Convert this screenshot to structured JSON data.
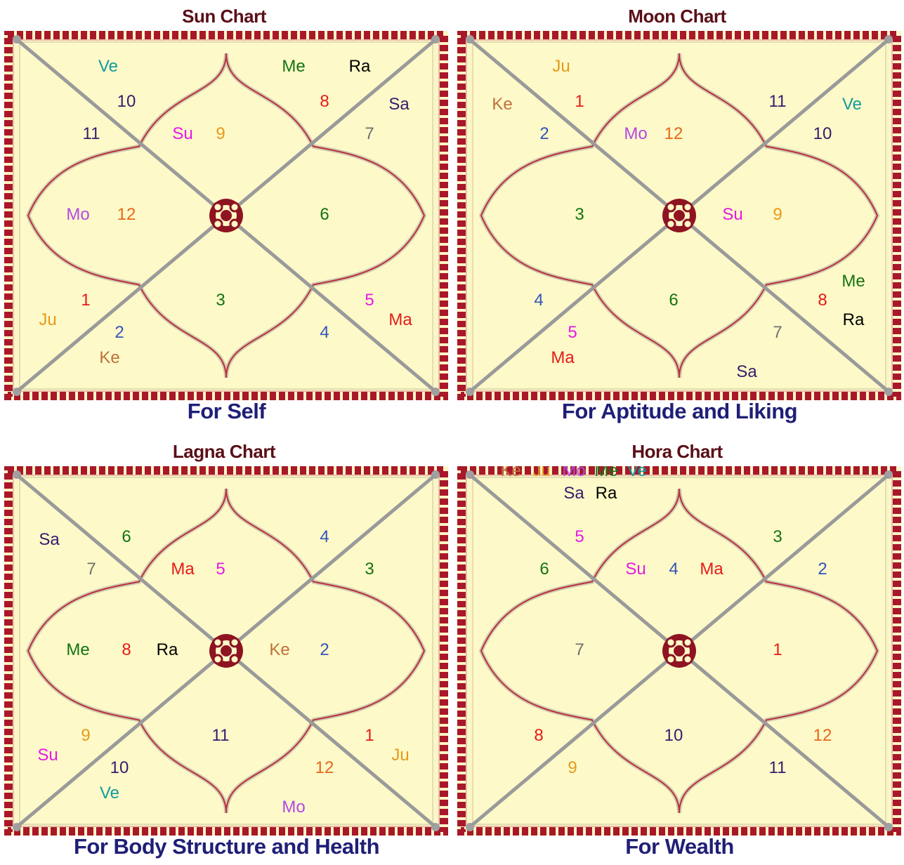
{
  "colors": {
    "background": "#fdf9c8",
    "border": "#a8182a",
    "lines": "#9a9a9a",
    "curve": "#b9323a",
    "planets": {
      "Su": "#e619e6",
      "Mo": "#b347e6",
      "Ma": "#e61a1a",
      "Me": "#137313",
      "Ju": "#e69a1a",
      "Ve": "#139ba0",
      "Sa": "#3a1a6e",
      "Ra": "#000000",
      "Ke": "#c0703a"
    },
    "signs": {
      "1": "#e61a1a",
      "2": "#3355bb",
      "3": "#137313",
      "4": "#3355bb",
      "5": "#e619e6",
      "6": "#137313",
      "7": "#707070",
      "8": "#e61a1a",
      "9": "#e69a1a",
      "10": "#3a1a6e",
      "11": "#3a1a6e",
      "12": "#e6681a"
    }
  },
  "charts": [
    {
      "title": "Sun Chart",
      "caption": "For Self",
      "signs": [
        "9",
        "10",
        "11",
        "12",
        "1",
        "2",
        "3",
        "4",
        "5",
        "6",
        "7",
        "8"
      ],
      "planets": [
        [
          "Su"
        ],
        [
          "Ve"
        ],
        [],
        [
          "Mo"
        ],
        [
          "Ju"
        ],
        [
          "Ke"
        ],
        [],
        [],
        [
          "Ma"
        ],
        [],
        [
          "Sa"
        ],
        [
          "Me",
          "Ra"
        ]
      ]
    },
    {
      "title": "Moon Chart",
      "caption": "For Aptitude and Liking",
      "signs": [
        "12",
        "1",
        "2",
        "3",
        "4",
        "5",
        "6",
        "7",
        "8",
        "9",
        "10",
        "11"
      ],
      "planets": [
        [
          "Mo"
        ],
        [
          "Ju"
        ],
        [
          "Ke"
        ],
        [],
        [],
        [
          "Ma"
        ],
        [],
        [
          "Sa"
        ],
        [
          "Ra",
          "Me"
        ],
        [
          "Su"
        ],
        [
          "Ve"
        ],
        []
      ]
    },
    {
      "title": "Lagna Chart",
      "caption": "For Body Structure and Health",
      "signs": [
        "5",
        "6",
        "7",
        "8",
        "9",
        "10",
        "11",
        "12",
        "1",
        "2",
        "3",
        "4"
      ],
      "planets": [
        [
          "Ma"
        ],
        [],
        [
          "Sa"
        ],
        [
          "Me",
          "Ra"
        ],
        [
          "Su"
        ],
        [
          "Ve"
        ],
        [],
        [
          "Mo"
        ],
        [
          "Ju"
        ],
        [
          "Ke"
        ],
        [],
        []
      ]
    },
    {
      "title": "Hora Chart",
      "caption": "For Wealth",
      "signs": [
        "4",
        "5",
        "6",
        "7",
        "8",
        "9",
        "10",
        "11",
        "12",
        "1",
        "2",
        "3"
      ],
      "planets": [
        [
          "Su",
          "Ma"
        ],
        [
          "Ke",
          "Ju",
          "Mo",
          "Me",
          "Ve",
          "Sa",
          "Ra"
        ],
        [],
        [],
        [],
        [],
        [],
        [],
        [],
        [],
        [],
        []
      ]
    }
  ]
}
